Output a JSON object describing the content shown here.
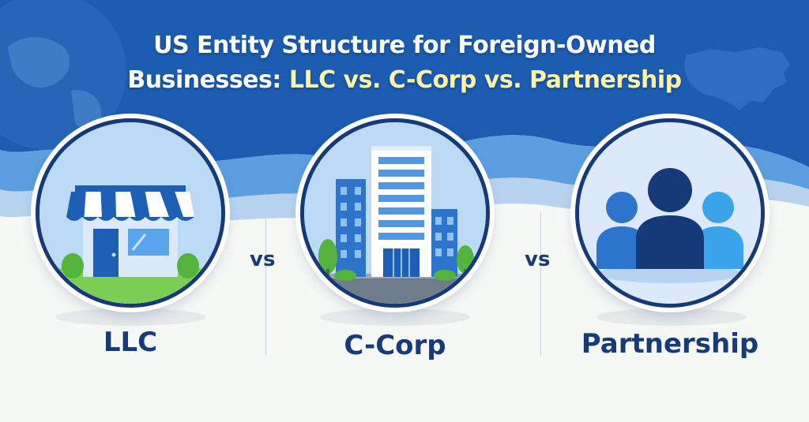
{
  "title": {
    "line1": "US Entity Structure for Foreign-Owned",
    "line2_prefix": "Businesses: ",
    "line2_highlight": "LLC vs. C-Corp vs. Partnership"
  },
  "options": [
    {
      "label": "LLC",
      "icon": "storefront-icon"
    },
    {
      "label": "C-Corp",
      "icon": "office-building-icon"
    },
    {
      "label": "Partnership",
      "icon": "people-group-icon"
    }
  ],
  "separators": [
    "vs",
    "vs"
  ],
  "colors": {
    "header_blue": "#1d5fb4",
    "label_navy": "#173a78",
    "highlight_yellow": "#fdf4a8",
    "background": "#f6f8f5"
  }
}
